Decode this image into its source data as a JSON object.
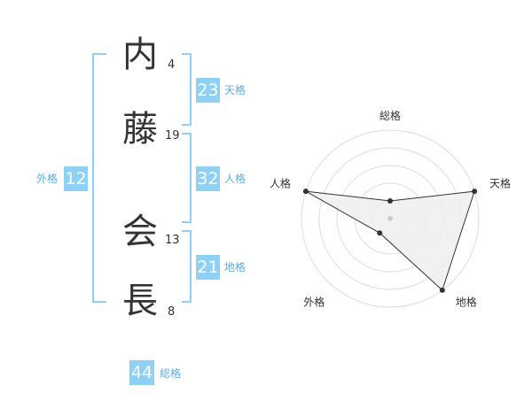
{
  "name": {
    "characters": [
      {
        "char": "内",
        "strokes": "4"
      },
      {
        "char": "藤",
        "strokes": "19"
      },
      {
        "char": "会",
        "strokes": "13"
      },
      {
        "char": "長",
        "strokes": "8"
      }
    ]
  },
  "scores": {
    "tenkaku": {
      "value": "23",
      "label": "天格"
    },
    "jinkaku": {
      "value": "32",
      "label": "人格"
    },
    "chikaku": {
      "value": "21",
      "label": "地格"
    },
    "gaikaku": {
      "value": "12",
      "label": "外格"
    },
    "soukaku": {
      "value": "44",
      "label": "総格"
    }
  },
  "radar": {
    "axes": [
      "総格",
      "天格",
      "地格",
      "外格",
      "人格"
    ],
    "levels": 5,
    "values": [
      1,
      5,
      5,
      1,
      5
    ],
    "max": 5
  },
  "colors": {
    "accent": "#8fd0f5",
    "accent_text": "#5aaee0",
    "polygon_fill": "#eeeeee",
    "polygon_stroke": "#333333",
    "grid": "#dddddd"
  }
}
